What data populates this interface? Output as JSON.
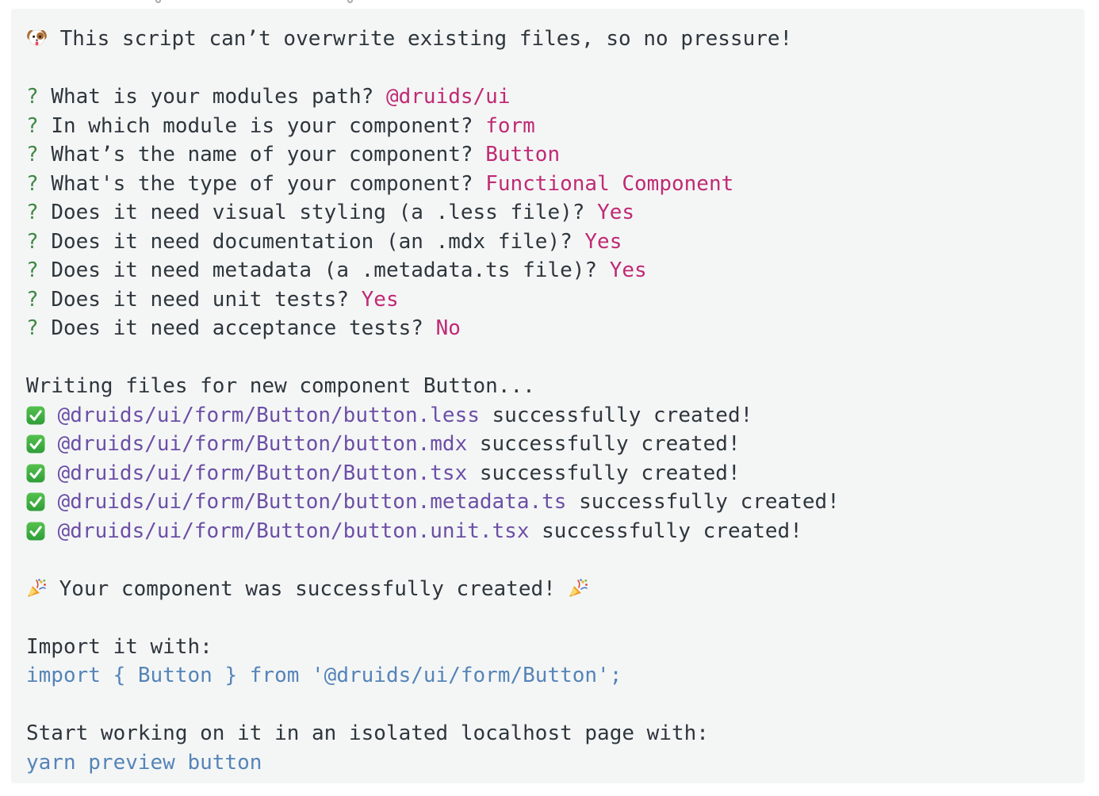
{
  "page": {
    "background": "#ffffff",
    "top_fragments_x": [
      196,
      438
    ]
  },
  "terminal": {
    "background": "#f4f6f6",
    "colors": {
      "default": "#2e363c",
      "prompt_green": "#3f8843",
      "answer_magenta": "#c02a74",
      "path_purple": "#6c4fa6",
      "code_blue": "#5584b8",
      "check_green": "#3fa33c"
    },
    "icons": [
      "dog-icon",
      "check-icon",
      "party-icon"
    ],
    "lines": [
      {
        "segments": [
          {
            "icon": "dog-icon"
          },
          {
            "text": " This script can’t overwrite existing files, so no pressure!",
            "color": "default"
          }
        ]
      },
      {
        "segments": []
      },
      {
        "segments": [
          {
            "text": "? ",
            "color": "green"
          },
          {
            "text": "What is your modules path? ",
            "color": "default"
          },
          {
            "text": "@druids/ui",
            "color": "magenta"
          }
        ]
      },
      {
        "segments": [
          {
            "text": "? ",
            "color": "green"
          },
          {
            "text": "In which module is your component? ",
            "color": "default"
          },
          {
            "text": "form",
            "color": "magenta"
          }
        ]
      },
      {
        "segments": [
          {
            "text": "? ",
            "color": "green"
          },
          {
            "text": "What’s the name of your component? ",
            "color": "default"
          },
          {
            "text": "Button",
            "color": "magenta"
          }
        ]
      },
      {
        "segments": [
          {
            "text": "? ",
            "color": "green"
          },
          {
            "text": "What's the type of your component? ",
            "color": "default"
          },
          {
            "text": "Functional Component",
            "color": "magenta"
          }
        ]
      },
      {
        "segments": [
          {
            "text": "? ",
            "color": "green"
          },
          {
            "text": "Does it need visual styling (a .less file)? ",
            "color": "default"
          },
          {
            "text": "Yes",
            "color": "magenta"
          }
        ]
      },
      {
        "segments": [
          {
            "text": "? ",
            "color": "green"
          },
          {
            "text": "Does it need documentation (an .mdx file)? ",
            "color": "default"
          },
          {
            "text": "Yes",
            "color": "magenta"
          }
        ]
      },
      {
        "segments": [
          {
            "text": "? ",
            "color": "green"
          },
          {
            "text": "Does it need metadata (a .metadata.ts file)? ",
            "color": "default"
          },
          {
            "text": "Yes",
            "color": "magenta"
          }
        ]
      },
      {
        "segments": [
          {
            "text": "? ",
            "color": "green"
          },
          {
            "text": "Does it need unit tests? ",
            "color": "default"
          },
          {
            "text": "Yes",
            "color": "magenta"
          }
        ]
      },
      {
        "segments": [
          {
            "text": "? ",
            "color": "green"
          },
          {
            "text": "Does it need acceptance tests? ",
            "color": "default"
          },
          {
            "text": "No",
            "color": "magenta"
          }
        ]
      },
      {
        "segments": []
      },
      {
        "segments": [
          {
            "text": "Writing files for new component Button...",
            "color": "default"
          }
        ]
      },
      {
        "segments": [
          {
            "icon": "check-icon"
          },
          {
            "text": " ",
            "color": "default"
          },
          {
            "text": "@druids/ui/form/Button/button.less",
            "color": "purple"
          },
          {
            "text": " successfully created!",
            "color": "default"
          }
        ]
      },
      {
        "segments": [
          {
            "icon": "check-icon"
          },
          {
            "text": " ",
            "color": "default"
          },
          {
            "text": "@druids/ui/form/Button/button.mdx",
            "color": "purple"
          },
          {
            "text": " successfully created!",
            "color": "default"
          }
        ]
      },
      {
        "segments": [
          {
            "icon": "check-icon"
          },
          {
            "text": " ",
            "color": "default"
          },
          {
            "text": "@druids/ui/form/Button/Button.tsx",
            "color": "purple"
          },
          {
            "text": " successfully created!",
            "color": "default"
          }
        ]
      },
      {
        "segments": [
          {
            "icon": "check-icon"
          },
          {
            "text": " ",
            "color": "default"
          },
          {
            "text": "@druids/ui/form/Button/button.metadata.ts",
            "color": "purple"
          },
          {
            "text": " successfully created!",
            "color": "default"
          }
        ]
      },
      {
        "segments": [
          {
            "icon": "check-icon"
          },
          {
            "text": " ",
            "color": "default"
          },
          {
            "text": "@druids/ui/form/Button/button.unit.tsx",
            "color": "purple"
          },
          {
            "text": " successfully created!",
            "color": "default"
          }
        ]
      },
      {
        "segments": []
      },
      {
        "segments": [
          {
            "icon": "party-icon"
          },
          {
            "text": " Your component was successfully created! ",
            "color": "default"
          },
          {
            "icon": "party-icon"
          }
        ]
      },
      {
        "segments": []
      },
      {
        "segments": [
          {
            "text": "Import it with:",
            "color": "default"
          }
        ]
      },
      {
        "segments": [
          {
            "text": "import { Button } from '@druids/ui/form/Button';",
            "color": "blue"
          }
        ]
      },
      {
        "segments": []
      },
      {
        "segments": [
          {
            "text": "Start working on it in an isolated localhost page with:",
            "color": "default"
          }
        ]
      },
      {
        "segments": [
          {
            "text": "yarn preview button",
            "color": "blue"
          }
        ]
      }
    ]
  }
}
